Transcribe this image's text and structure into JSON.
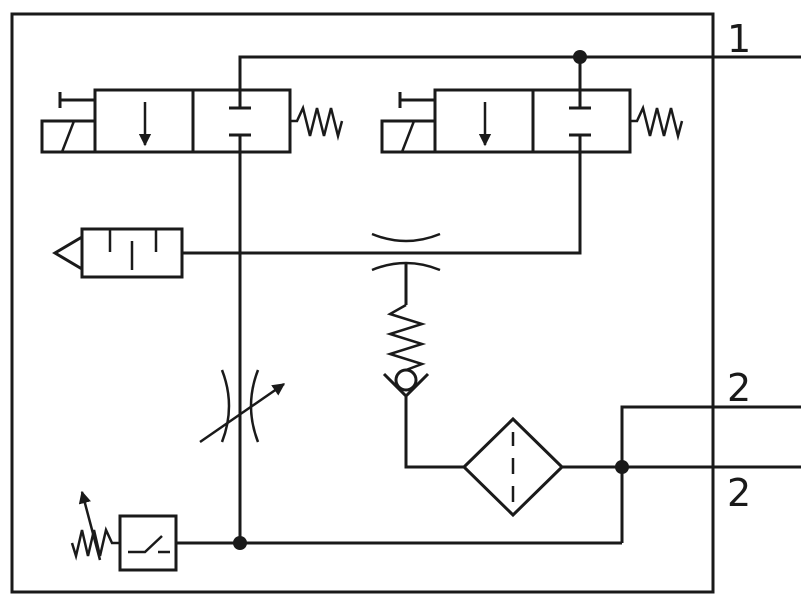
{
  "ports": {
    "port_1": "1",
    "port_2_upper": "2",
    "port_2_lower": "2"
  },
  "colors": {
    "line": "#1a1a1a",
    "background": "#ffffff"
  }
}
